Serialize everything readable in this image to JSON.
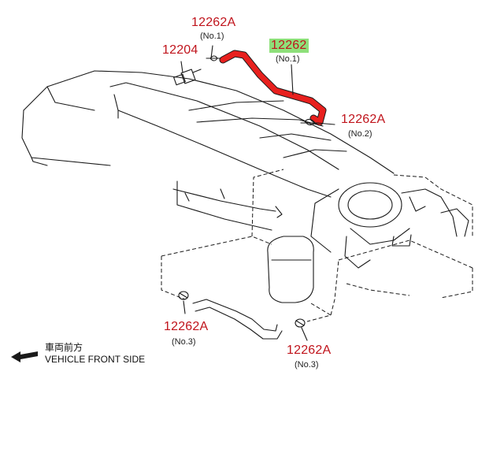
{
  "diagram": {
    "colors": {
      "highlight_part": "#e8201e",
      "label_text": "#c0141c",
      "label_highlight_bg": "#8ee07a",
      "line": "#1a1a1a"
    },
    "callouts": [
      {
        "part": "12262A",
        "sub": "(No.1)"
      },
      {
        "part": "12204"
      },
      {
        "part": "12262",
        "sub": "(No.1)"
      },
      {
        "part": "12262A",
        "sub": "(No.2)"
      },
      {
        "part": "12262A",
        "sub": "(No.3)"
      },
      {
        "part": "12262A",
        "sub": "(No.3)"
      }
    ],
    "direction": {
      "label_jp": "車両前方",
      "label_en": "VEHICLE FRONT SIDE",
      "icon": "arrow-left-icon"
    }
  }
}
